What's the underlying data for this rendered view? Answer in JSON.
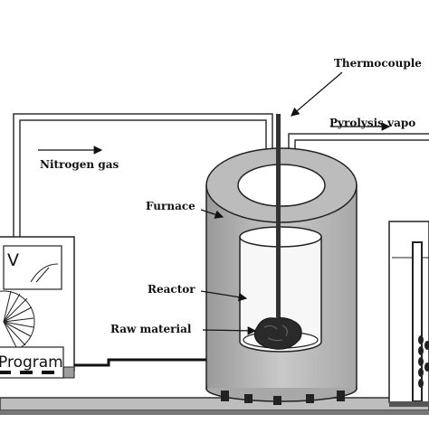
{
  "labels": {
    "thermocouple": "Thermocouple",
    "pyrolysis_vapor": "Pyrolysis vapo",
    "nitrogen_gas": "Nitrogen gas",
    "furnace": "Furnace",
    "reactor": "Reactor",
    "raw_material": "Raw material",
    "controller_v": "V",
    "controller_program": "Program"
  }
}
